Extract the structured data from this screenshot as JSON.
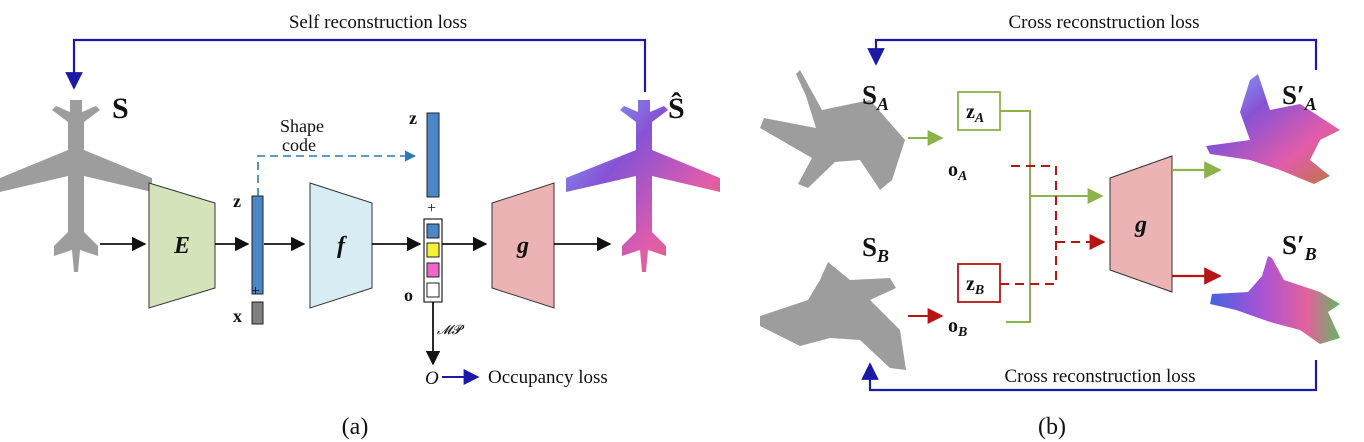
{
  "panel_a": {
    "caption": "(a)",
    "self_loss": "Self reconstruction loss",
    "input_shape": "S",
    "output_shape": "Ŝ",
    "encoder": "E",
    "mapper": "f",
    "decoder": "g",
    "code_z": "z",
    "plus_top": "+",
    "code_x": "x",
    "plus_bottom": "+",
    "code_z_top": "z",
    "plus_mid": "+",
    "code_o": "o",
    "shape_code_line1": "Shape",
    "shape_code_line2": "code",
    "mp": "𝓜𝓟",
    "occupancy_symbol": "O",
    "occupancy_loss": "Occupancy loss",
    "colors": {
      "blue": "#4a86c8",
      "yellow": "#f5f033",
      "pink": "#ee66cc",
      "grey": "#808080",
      "navy": "#1a1aa6"
    }
  },
  "panel_b": {
    "caption": "(b)",
    "cross_loss_top": "Cross reconstruction loss",
    "cross_loss_bottom": "Cross reconstruction loss",
    "shape_a": "S",
    "shape_a_sub": "A",
    "shape_b": "S",
    "shape_b_sub": "B",
    "z_a": "z",
    "z_a_sub": "A",
    "o_a": "o",
    "o_a_sub": "A",
    "z_b": "z",
    "z_b_sub": "B",
    "o_b": "o",
    "o_b_sub": "B",
    "decoder": "g",
    "out_a": "S′",
    "out_a_sub": "A",
    "out_b": "S′",
    "out_b_sub": "B",
    "colors": {
      "green": "#8ab34a",
      "red": "#b81414",
      "decoder_fill": "#ebb3b3"
    }
  }
}
